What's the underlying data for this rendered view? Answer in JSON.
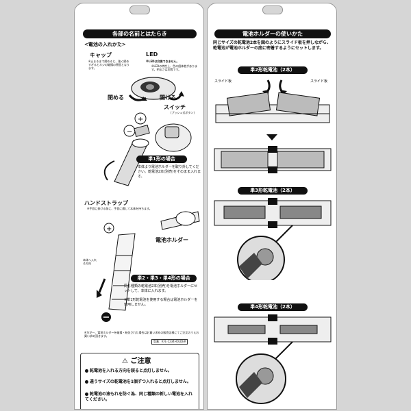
{
  "left": {
    "title": "各部の名前とはたらき",
    "subtitle": "<電池の入れかた>",
    "cap_label": "キャップ",
    "cap_note": "※止まるまで締めると、強く締めすぎるとネジの破損の原因となります。",
    "led_label": "LED",
    "led_note": "※LEDは交換できません。",
    "led_note2": "※LEDの特性上、色の個体差があります。明るさは同等です。",
    "close_label": "閉める",
    "open_label": "開ける",
    "switch_label": "スイッチ",
    "switch_note": "(プッシュ式ボタン)",
    "tan1_heading": "単1形の場合",
    "tan1_text": "本体より電池ホルダーを取り外してください。乾電池2本(別売)をそのまま入れます。",
    "strap_label": "ハンドストラップ",
    "strap_note": "※手首に掛ける前に、手首に通して本体を持ちます。",
    "holder_label": "電池ホルダー",
    "insert_note": "本体へ入れる方向",
    "tan234_heading": "単2・単3・単4形の場合",
    "tan234_text": "同じ種類の乾電池2本(別売)を電池ホルダーにセットして、本体に入れます。",
    "tan234_note": "※単1形乾電池を使用する場合は電池ホルダーを使用しません。",
    "footer_note": "※万が一、電池ホルダーを破損・紛失された場合はお買い求めの販売店様にてご注文のうえお買い求め頂きます。",
    "model_label": "型番：KFL-1234HOLDER",
    "plus": "+",
    "minus": "−"
  },
  "notice": {
    "title": "ご注意",
    "items": [
      "乾電池を入れる方向を誤ると点灯しません。",
      "違うサイズの乾電池を1個ずつ入れると点灯しません。",
      "乾電池の液もれを防ぐ為、同じ種類の新しい電池を入れてください。"
    ]
  },
  "right": {
    "title": "電池ホルダーの使いかた",
    "intro": "同じサイズの乾電池2本を図のようにスライド板を押しながら、乾電池が電池ホルダーの底に密着するようにセットします。",
    "tan2_label": "単2形乾電池（2本）",
    "slide_left": "スライド板",
    "slide_right": "スライド板",
    "tan3_label": "単3形乾電池（2本）",
    "tan4_label": "単4形乾電池（2本）"
  }
}
